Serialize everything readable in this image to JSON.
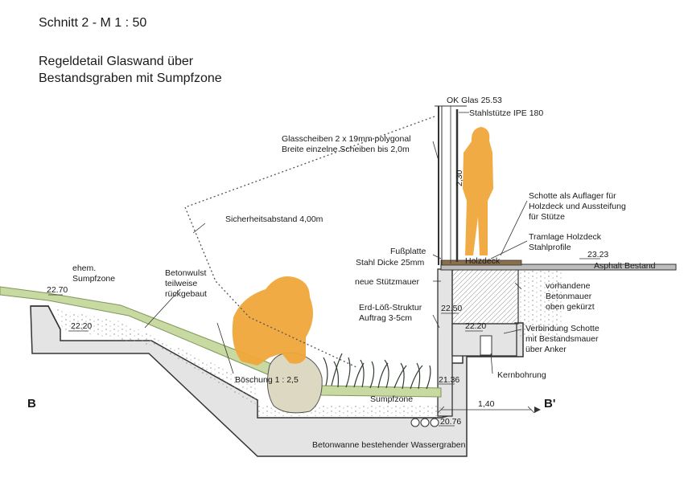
{
  "header": {
    "title": "Schnitt 2 - M 1 : 50",
    "subtitle_line1": "Regeldetail Glaswand über",
    "subtitle_line2": "Bestandsgraben mit Sumpfzone"
  },
  "section_marks": {
    "left": "B",
    "right": "B'"
  },
  "labels": {
    "ok_glas": "OK Glas 25.53",
    "stahlstuetze": "Stahlstütze IPE 180",
    "glasscheiben_1": "Glasscheiben 2 x 19mm polygonal",
    "glasscheiben_2": "Breite einzelne Scheiben bis 2,0m",
    "sicherheitsabstand": "Sicherheitsabstand 4,00m",
    "schotte_1": "Schotte als Auflager für",
    "schotte_2": "Holzdeck und Aussteifung",
    "schotte_3": "für Stütze",
    "tramlage_1": "Tramlage Holzdeck",
    "tramlage_2": "Stahlprofile",
    "fussplatte_1": "Fußplatte",
    "fussplatte_2": "Stahl Dicke 25mm",
    "holzdeck": "Holzdeck",
    "asphalt": "Asphalt Bestand",
    "stuetzmauer": "neue Stützmauer",
    "betonmauer_1": "vorhandene",
    "betonmauer_2": "Betonmauer",
    "betonmauer_3": "oben gekürzt",
    "erd_1": "Erd-Löß-Struktur",
    "erd_2": "Auftrag 3-5cm",
    "verbindung_1": "Verbindung Schotte",
    "verbindung_2": "mit Bestandsmauer",
    "verbindung_3": "über Anker",
    "kernbohrung": "Kernbohrung",
    "sumpfzone_old_1": "ehem.",
    "sumpfzone_old_2": "Sumpfzone",
    "betonwulst_1": "Betonwulst",
    "betonwulst_2": "teilweise",
    "betonwulst_3": "rückgebaut",
    "boeschung": "Böschung 1 : 2,5",
    "sumpfzone": "Sumpfzone",
    "betonwanne": "Betonwanne bestehender Wassergraben"
  },
  "dimensions": {
    "h_2_30": "2,30",
    "lvl_23_23": "23.23",
    "lvl_22_70": "22.70",
    "lvl_22_20_left": "22.20",
    "lvl_22_50": "22.50",
    "lvl_22_20_right": "22.20",
    "lvl_21_36": "21.36",
    "lvl_20_76": "20.76",
    "w_1_40": "1,40"
  },
  "colors": {
    "concrete": "#e4e4e4",
    "concrete_stroke": "#333333",
    "grass": "#c8d9a2",
    "figure": "#f0a63a",
    "rock": "#ddd8c2",
    "reeds": "#2f3a2f",
    "dotted": "#555555"
  }
}
